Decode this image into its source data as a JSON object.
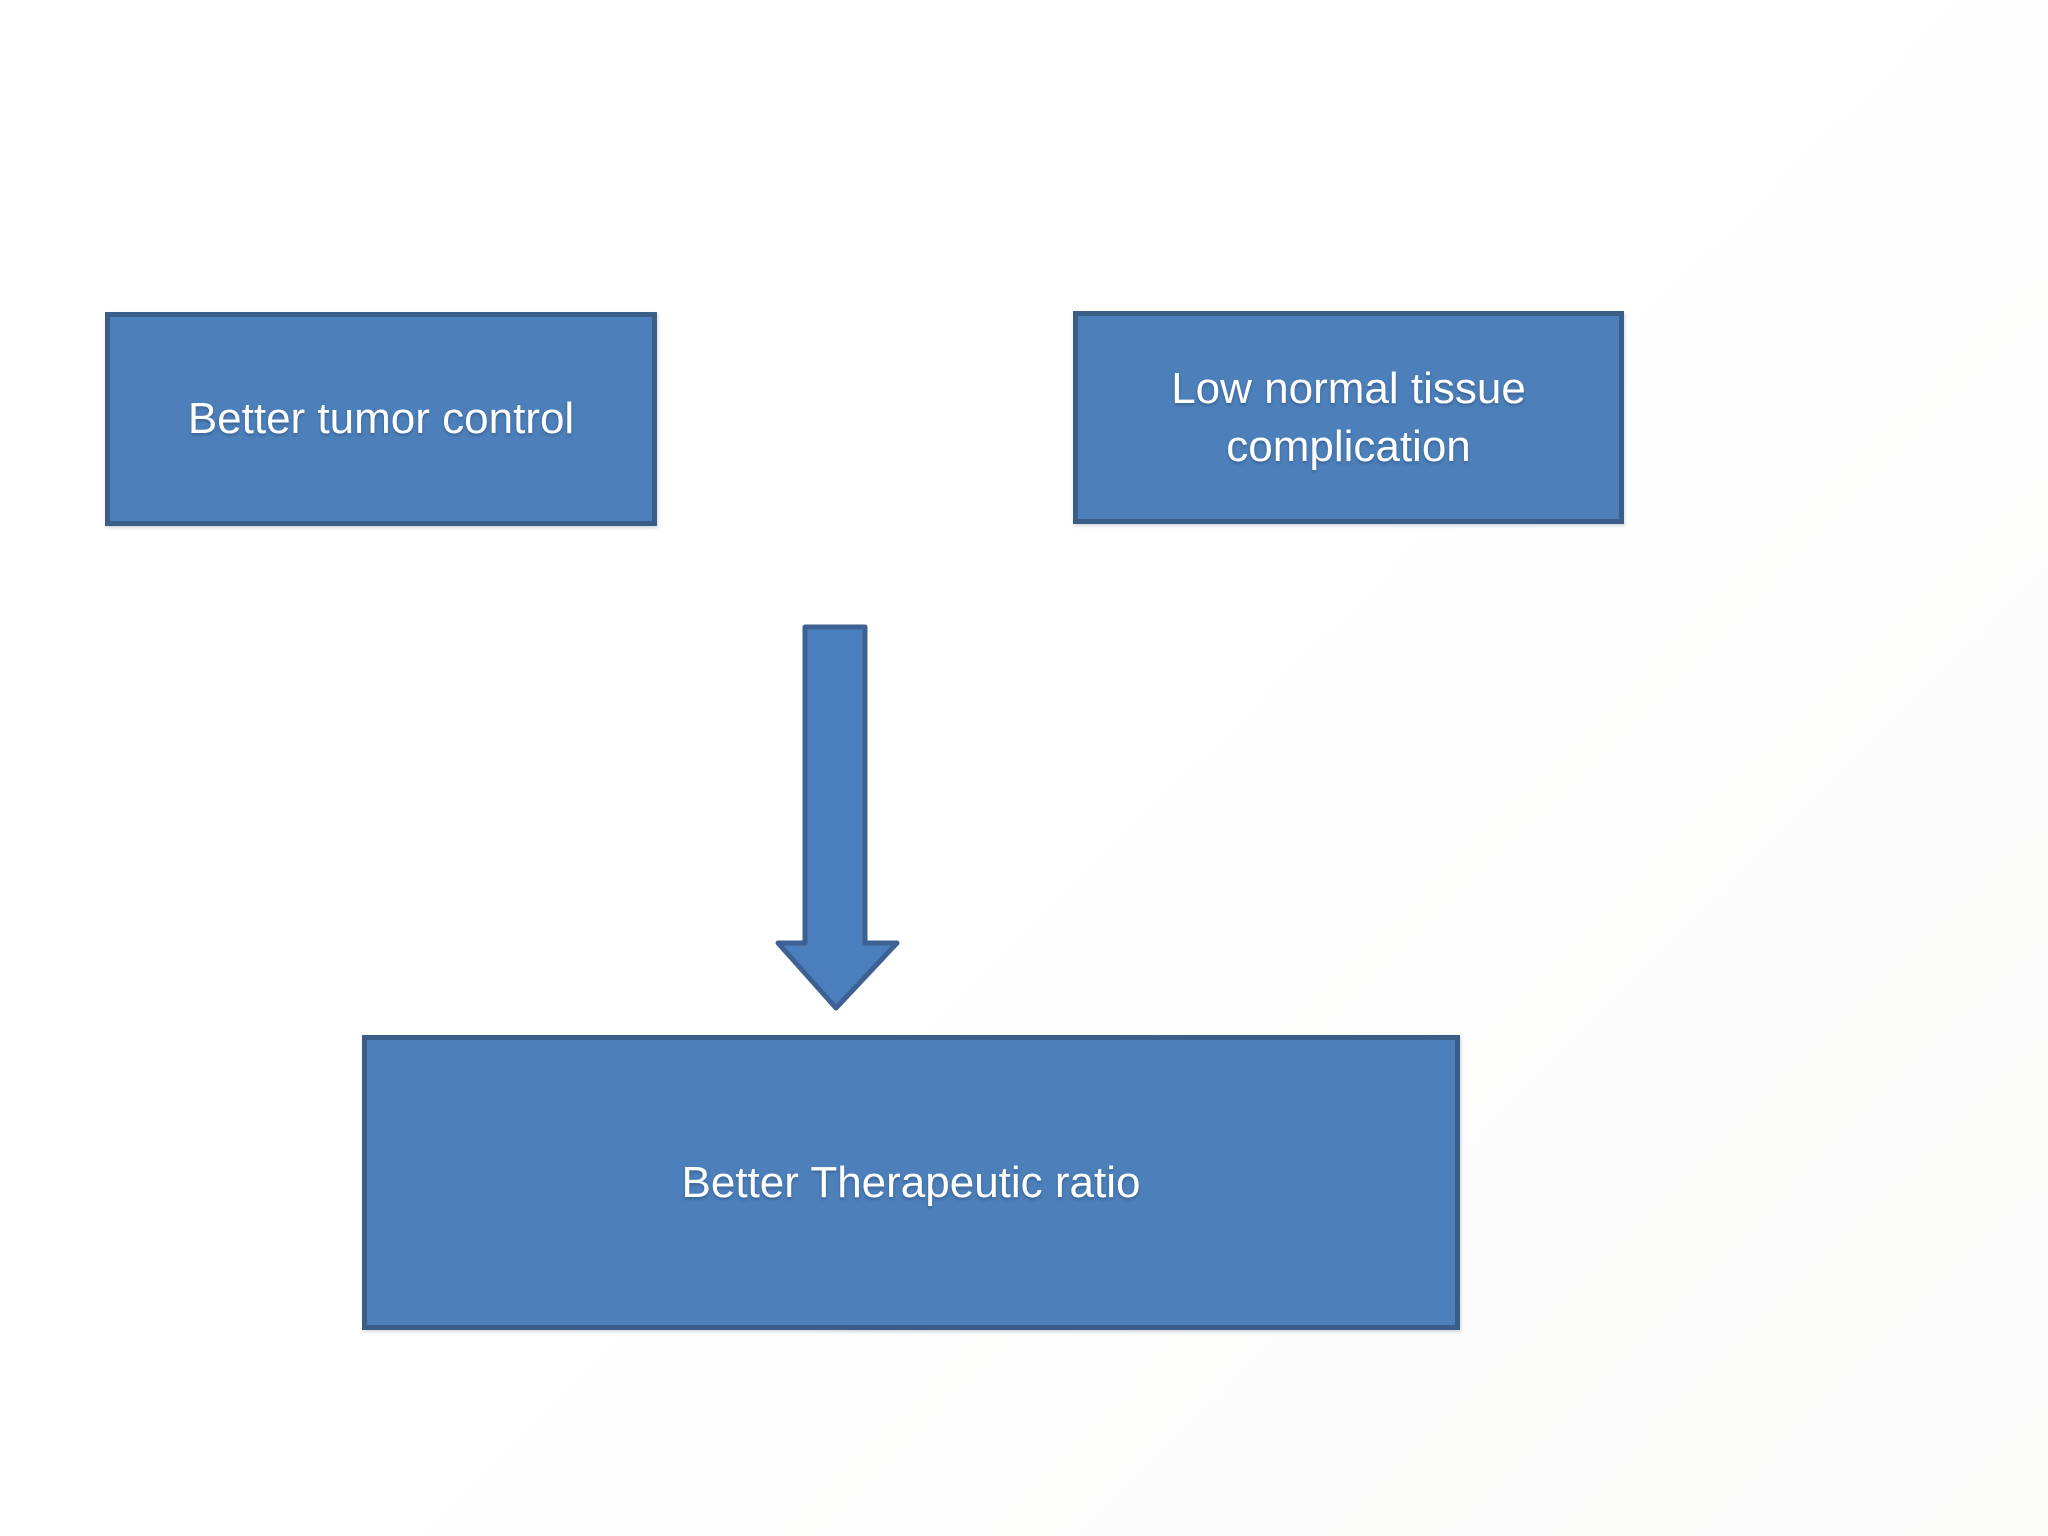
{
  "palette": {
    "box_fill": "#4d80bb",
    "box_border": "#3b5e88",
    "arrow_fill": "#4b7ebd",
    "arrow_border": "#3c6192",
    "text_color": "#ffffff",
    "background": "#ffffff"
  },
  "diagram": {
    "type": "flow",
    "nodes": [
      {
        "id": "better-tumor-control",
        "label": "Better tumor control"
      },
      {
        "id": "low-normal-tissue-complication",
        "label": "Low normal tissue complication"
      },
      {
        "id": "better-therapeutic-ratio",
        "label": "Better Therapeutic ratio"
      }
    ],
    "connector": {
      "shape": "block-arrow",
      "direction": "down"
    }
  }
}
